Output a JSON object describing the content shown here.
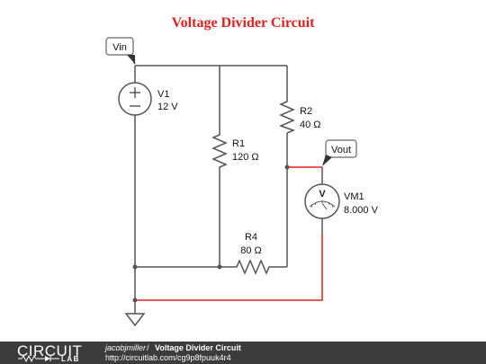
{
  "title": "Voltage Divider Circuit",
  "colors": {
    "title": "#e0201e",
    "wire": "#555555",
    "highlight_wire": "#e0201e",
    "footer_bg": "#3c3c3c"
  },
  "components": {
    "v1": {
      "name": "V1",
      "value": "12 V",
      "type": "dc-voltage-source"
    },
    "r1": {
      "name": "R1",
      "value": "120 Ω",
      "type": "resistor"
    },
    "r2": {
      "name": "R2",
      "value": "40 Ω",
      "type": "resistor"
    },
    "r4": {
      "name": "R4",
      "value": "80 Ω",
      "type": "resistor"
    },
    "vm1": {
      "name": "VM1",
      "value": "8.000 V",
      "symbol": "V",
      "type": "voltmeter"
    }
  },
  "net_labels": {
    "vin": "Vin",
    "vout": "Vout"
  },
  "footer": {
    "logo_top": "CIRCUIT",
    "logo_bottom": "LAB",
    "author": "jacobjmiller",
    "separator": "/",
    "title": "Voltage Divider Circuit",
    "url": "http://circuitlab.com/cg9p8fpuuk4r4"
  }
}
